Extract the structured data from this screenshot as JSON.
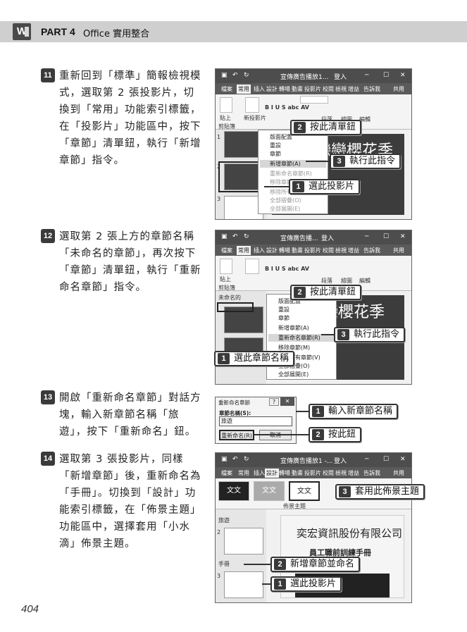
{
  "header": {
    "app_icon": "W",
    "part": "PART 4",
    "title": "Office 實用整合"
  },
  "steps": [
    {
      "num": "11",
      "text": "重新回到「標準」簡報檢視模式，選取第 2 張投影片，切換到「常用」功能索引標籤，在「投影片」功能區中，按下「章節」清單鈕，執行「新增章節」指令。"
    },
    {
      "num": "12",
      "text": "選取第 2 張上方的章節名稱「未命名的章節」，再次按下「章節」清單鈕，執行「重新命名章節」指令。"
    },
    {
      "num": "13",
      "text": "開啟「重新命名章節」對話方塊，輸入新章節名稱「旅遊」，按下「重新命名」鈕。"
    },
    {
      "num": "14",
      "text": "選取第 3 張投影片，同樣「新增章節」後，重新命名為「手冊」。切換到「設計」功能索引標籤，在「佈景主題」功能區中，選擇套用「小水滴」佈景主題。"
    }
  ],
  "shot1": {
    "window_title": "宣傳廣告播放1...",
    "login": "登入",
    "tabs": [
      "檔案",
      "常用",
      "插入",
      "設計",
      "轉場",
      "動畫",
      "投影片",
      "校閱",
      "檢視",
      "增益",
      "告訴我",
      "共用"
    ],
    "group_labels": {
      "clipboard": "剪貼簿",
      "paste": "貼上",
      "new_slide": "新投影片",
      "paragraph": "段落",
      "drawing": "繪圖",
      "editing": "編輯"
    },
    "slide_title": "戀戀櫻花季",
    "menu": [
      "版面配置",
      "重設",
      "章節",
      "新增章節(A)",
      "重新命名章節(R)",
      "移除章節(M)",
      "移除所有章節(V)",
      "全部摺疊(O)",
      "全部展開(E)"
    ],
    "callouts": [
      {
        "num": "2",
        "text": "按此清單鈕"
      },
      {
        "num": "3",
        "text": "執行此指令"
      },
      {
        "num": "1",
        "text": "選此投影片"
      }
    ]
  },
  "shot2": {
    "window_title": "宣傳廣告播...",
    "login": "登入",
    "section_name": "未命名的",
    "slide_title": "戀戀櫻花季",
    "menu": [
      "版面配置",
      "重設",
      "章節",
      "新增章節(A)",
      "重新命名章節(R)",
      "移除章節(M)",
      "移除所有章節(V)",
      "全部摺疊(O)",
      "全部展開(E)"
    ],
    "callouts": [
      {
        "num": "2",
        "text": "按此清單鈕"
      },
      {
        "num": "3",
        "text": "執行此指令"
      },
      {
        "num": "1",
        "text": "選此章節名稱"
      }
    ]
  },
  "dialog": {
    "title": "重新命名章節",
    "help": "?",
    "close": "✕",
    "label": "章節名稱(S):",
    "value": "旅遊",
    "ok": "重新命名(R)",
    "cancel": "取消",
    "callouts": [
      {
        "num": "1",
        "text": "輸入新章節名稱"
      },
      {
        "num": "2",
        "text": "按此鈕"
      }
    ]
  },
  "shot3": {
    "window_title": "宣傳廣告播放1 -...",
    "login": "登入",
    "themes": [
      "文文",
      "文文",
      "文文"
    ],
    "group_label": "佈景主題",
    "sections": [
      "旅遊",
      "手冊"
    ],
    "slide_title": "奕宏資訊股份有限公司",
    "slide_subtitle": "員工職前訓練手冊",
    "callouts": [
      {
        "num": "3",
        "text": "套用此佈景主題"
      },
      {
        "num": "2",
        "text": "新增章節並命名"
      },
      {
        "num": "1",
        "text": "選此投影片"
      }
    ]
  },
  "page_number": "404"
}
